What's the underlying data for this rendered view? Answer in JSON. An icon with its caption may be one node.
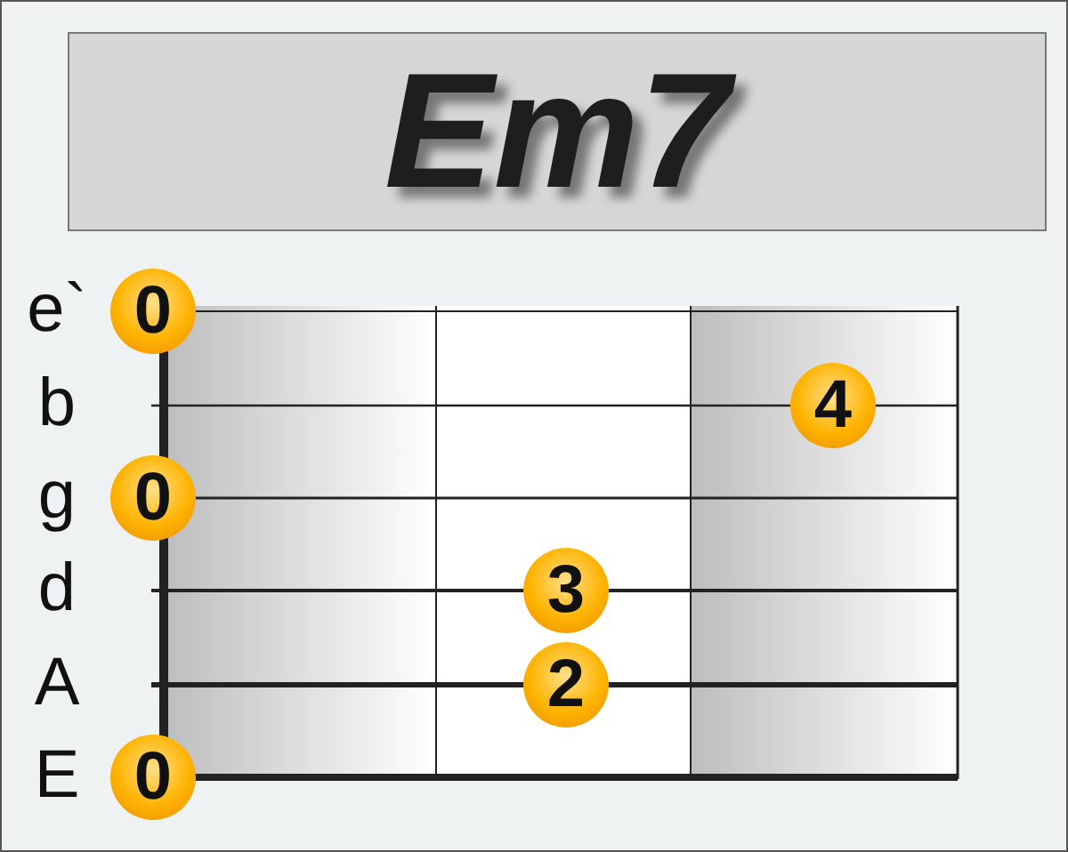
{
  "diagram": {
    "title": "Em7",
    "nodes": [
      {
        "text": [
          "0"
        ]
      },
      {
        "text": [
          "4"
        ]
      },
      {
        "text": [
          "0"
        ]
      },
      {
        "text": [
          "3"
        ]
      },
      {
        "text": [
          "2"
        ]
      },
      {
        "text": [
          "0"
        ]
      }
    ],
    "labels": [
      "e`",
      "b",
      "g",
      "d",
      "A",
      "E"
    ]
  }
}
